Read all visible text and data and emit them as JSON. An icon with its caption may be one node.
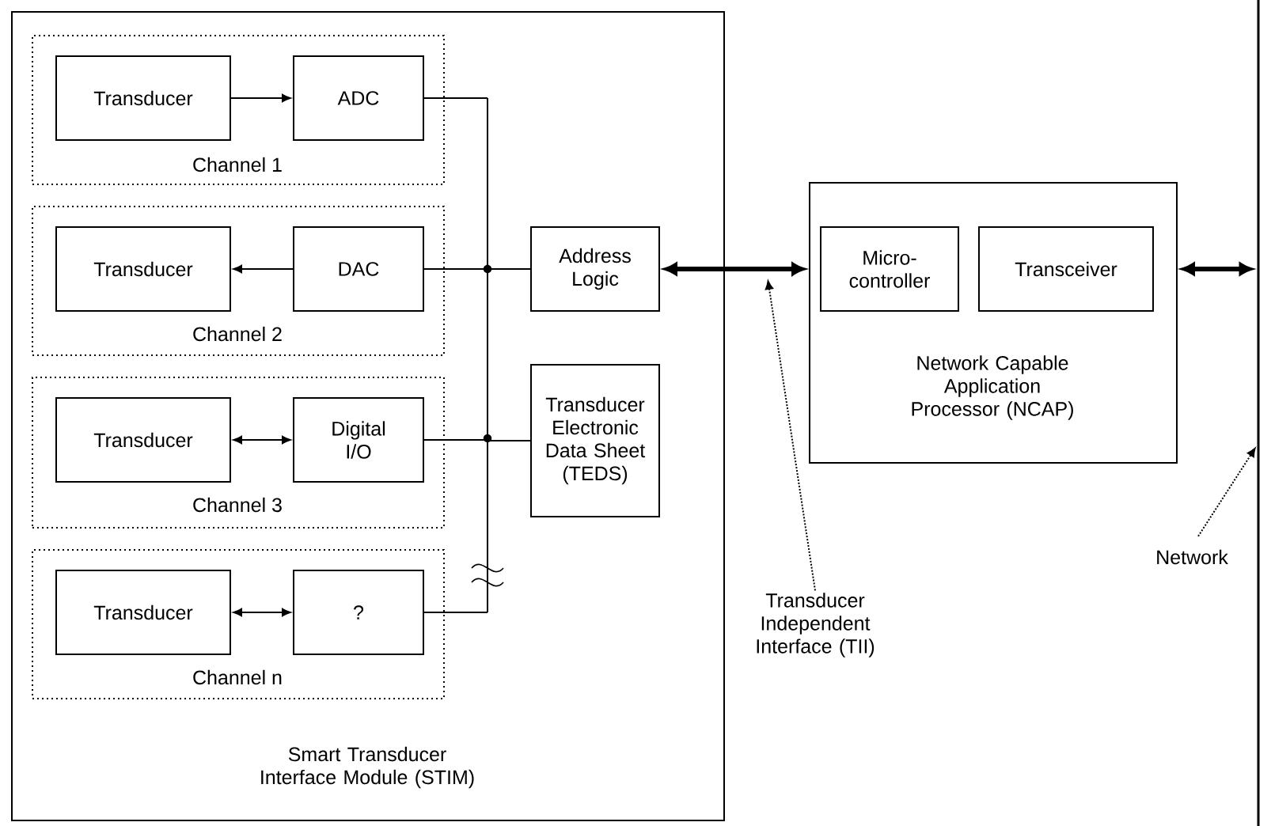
{
  "diagram": {
    "nodes": [
      {
        "text": [
          "Smart Transducer Interface Module (STIM)"
        ]
      },
      {
        "text": [
          "Channel 1"
        ],
        "in": 0
      },
      {
        "text": [
          "Transducer"
        ],
        "in": 1
      },
      {
        "text": [
          "ADC"
        ],
        "in": 1
      },
      {
        "text": [
          "Channel 2"
        ],
        "in": 0
      },
      {
        "text": [
          "Transducer"
        ],
        "in": 4
      },
      {
        "text": [
          "DAC"
        ],
        "in": 4
      },
      {
        "text": [
          "Channel 3"
        ],
        "in": 0
      },
      {
        "text": [
          "Transducer"
        ],
        "in": 7
      },
      {
        "text": [
          "Digital I/O"
        ],
        "in": 7
      },
      {
        "text": [
          "Channel n"
        ],
        "in": 0
      },
      {
        "text": [
          "Transducer"
        ],
        "in": 10
      },
      {
        "text": [
          "?"
        ],
        "in": 10
      },
      {
        "text": [
          "Address Logic"
        ],
        "in": 0
      },
      {
        "text": [
          "Transducer Electronic Data Sheet (TEDS)"
        ],
        "in": 0
      },
      {
        "text": [
          "Network Capable Application Processor (NCAP)"
        ]
      },
      {
        "text": [
          "Micro- controller"
        ],
        "in": 15
      },
      {
        "text": [
          "Transceiver"
        ],
        "in": 15
      },
      {
        "text": [
          "Transducer Independent Interface (TII)"
        ]
      },
      {
        "text": [
          "Network"
        ]
      },
      {
        "text": [],
        "shape": "bar"
      }
    ],
    "edges": [
      {
        "from": 2,
        "to": 3,
        "arrow": "to"
      },
      {
        "from": 6,
        "to": 5,
        "arrow": "to"
      },
      {
        "from": 8,
        "to": 9,
        "arrow": "both"
      },
      {
        "from": 11,
        "to": 12,
        "arrow": "both"
      },
      {
        "from": 3,
        "to": 13,
        "arrow": "none"
      },
      {
        "from": 3,
        "to": 14,
        "arrow": "none"
      },
      {
        "from": 6,
        "to": 13,
        "arrow": "none"
      },
      {
        "from": 6,
        "to": 14,
        "arrow": "none"
      },
      {
        "from": 9,
        "to": 13,
        "arrow": "none"
      },
      {
        "from": 9,
        "to": 14,
        "arrow": "none"
      },
      {
        "from": 12,
        "to": 13,
        "arrow": "none"
      },
      {
        "from": 12,
        "to": 14,
        "arrow": "none"
      },
      {
        "from": 13,
        "to": 15,
        "arrow": "both",
        "style": "thick"
      },
      {
        "from": 15,
        "to": 20,
        "arrow": "both",
        "style": "thick"
      },
      {
        "from": 18,
        "to": null,
        "arrow": "to",
        "style": "dashed"
      },
      {
        "from": 19,
        "to": 20,
        "arrow": "to",
        "style": "dashed"
      }
    ]
  }
}
